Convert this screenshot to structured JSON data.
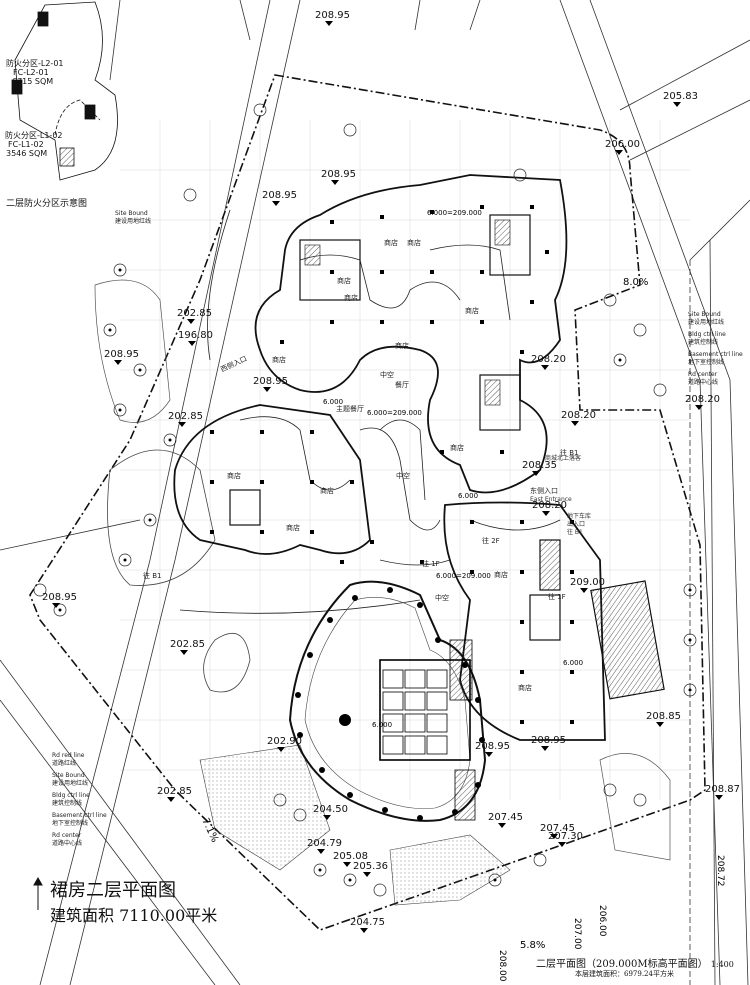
{
  "title": {
    "main": "裙房二层平面图",
    "area": "建筑面积 7110.00平米",
    "bottom_title": "二层平面图（209.000M标高平面图）",
    "scale": "1:400",
    "bottom_area": "本层建筑面积：6979.24平方米"
  },
  "inset": {
    "title": "二层防火分区示意图",
    "zone1": [
      "防火分区-L2-01",
      "FC-L2-01",
      "6715 SQM"
    ],
    "zone2": [
      "防火分区-L1-02",
      "FC-L1-02",
      "3546 SQM"
    ]
  },
  "legend_right": [
    "Site Bound",
    "建设用地红线",
    "Bldg ctrl line",
    "建筑控制线",
    "Basement ctrl line",
    "地下室控制线",
    "Rd center",
    "道路中心线"
  ],
  "legend_left": [
    "Rd red line",
    "道路红线",
    "Site Bound",
    "建设用地红线",
    "Bldg ctrl line",
    "建筑控制线",
    "Basement ctrl line",
    "地下室控制线",
    "Rd center",
    "道路中心线"
  ],
  "legend_top": [
    "Site Bound",
    "建设用地红线"
  ],
  "entrances": {
    "west": "西侧入口",
    "east": "东侧入口",
    "east_en": "East Entrance",
    "east_bridge": "商城北上落客",
    "car_ramp": [
      "地下车库",
      "出入口",
      "往 B1"
    ]
  },
  "slopes": [
    "8.0%",
    "7.1%",
    "5.8%"
  ],
  "elevations": [
    "208.95",
    "205.83",
    "206.00",
    "208.95",
    "208.95",
    "202.85",
    "208.20",
    "196.80",
    "208.95",
    "208.95",
    "208.20",
    "202.85",
    "208.35",
    "208.20",
    "209.00",
    "208.95",
    "202.85",
    "208.85",
    "202.90",
    "208.95",
    "208.95",
    "202.85",
    "204.50",
    "207.45",
    "208.87",
    "207.45",
    "207.30",
    "204.79",
    "205.08",
    "205.36",
    "204.75",
    "208.20"
  ],
  "levels": [
    "6.000=209.000",
    "6.000",
    "6.000=209.000",
    "6.000",
    "6.000=209.000",
    "6.000",
    "6.000"
  ],
  "rooms": [
    "商店",
    "商店",
    "商店",
    "商店",
    "商店",
    "商店",
    "商店",
    "商店",
    "商店",
    "商店",
    "商店",
    "商店",
    "商店",
    "餐厅",
    "主题餐厅",
    "中空",
    "中空",
    "往 1F",
    "往 2F",
    "往 1F",
    "往 B1",
    "往 B1",
    "中空"
  ],
  "road_labels": [
    "206.00",
    "207.00",
    "208.72",
    "208.00"
  ]
}
